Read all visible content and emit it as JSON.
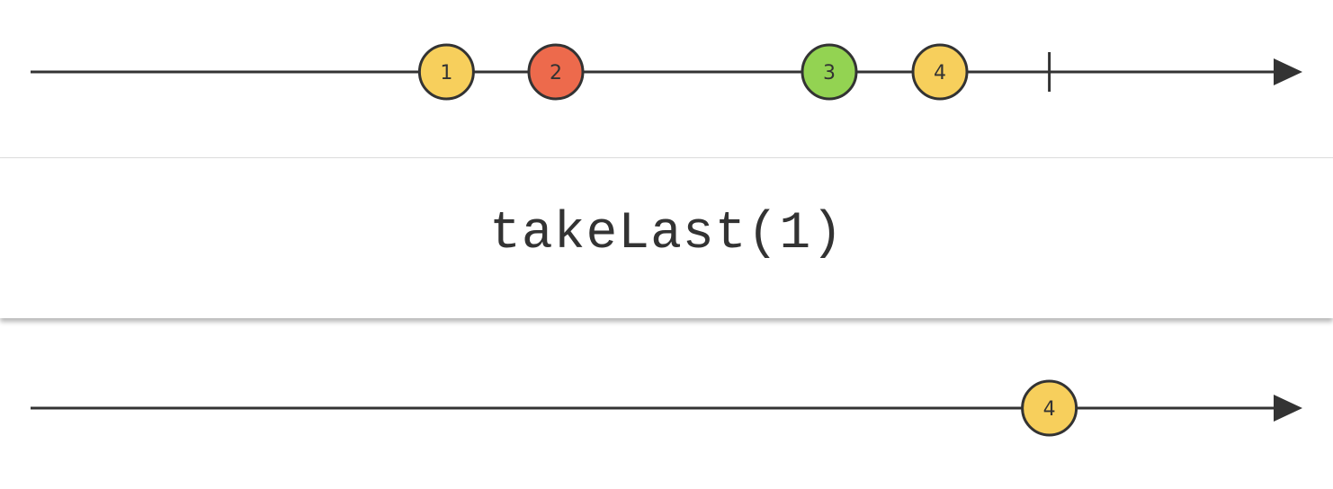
{
  "colors": {
    "line": "#333333",
    "yellow": "#f7cf5c",
    "red": "#ed6a4c",
    "green": "#93d352"
  },
  "input": {
    "marbles": [
      {
        "label": "1",
        "color": "yellow",
        "t": 0.327
      },
      {
        "label": "2",
        "color": "red",
        "t": 0.413
      },
      {
        "label": "3",
        "color": "green",
        "t": 0.628
      },
      {
        "label": "4",
        "color": "yellow",
        "t": 0.715
      }
    ],
    "complete_t": 0.801
  },
  "operator": {
    "label": "takeLast(1)"
  },
  "output": {
    "marbles": [
      {
        "label": "4",
        "color": "yellow",
        "t": 0.801
      }
    ],
    "complete_t": 0.801
  }
}
